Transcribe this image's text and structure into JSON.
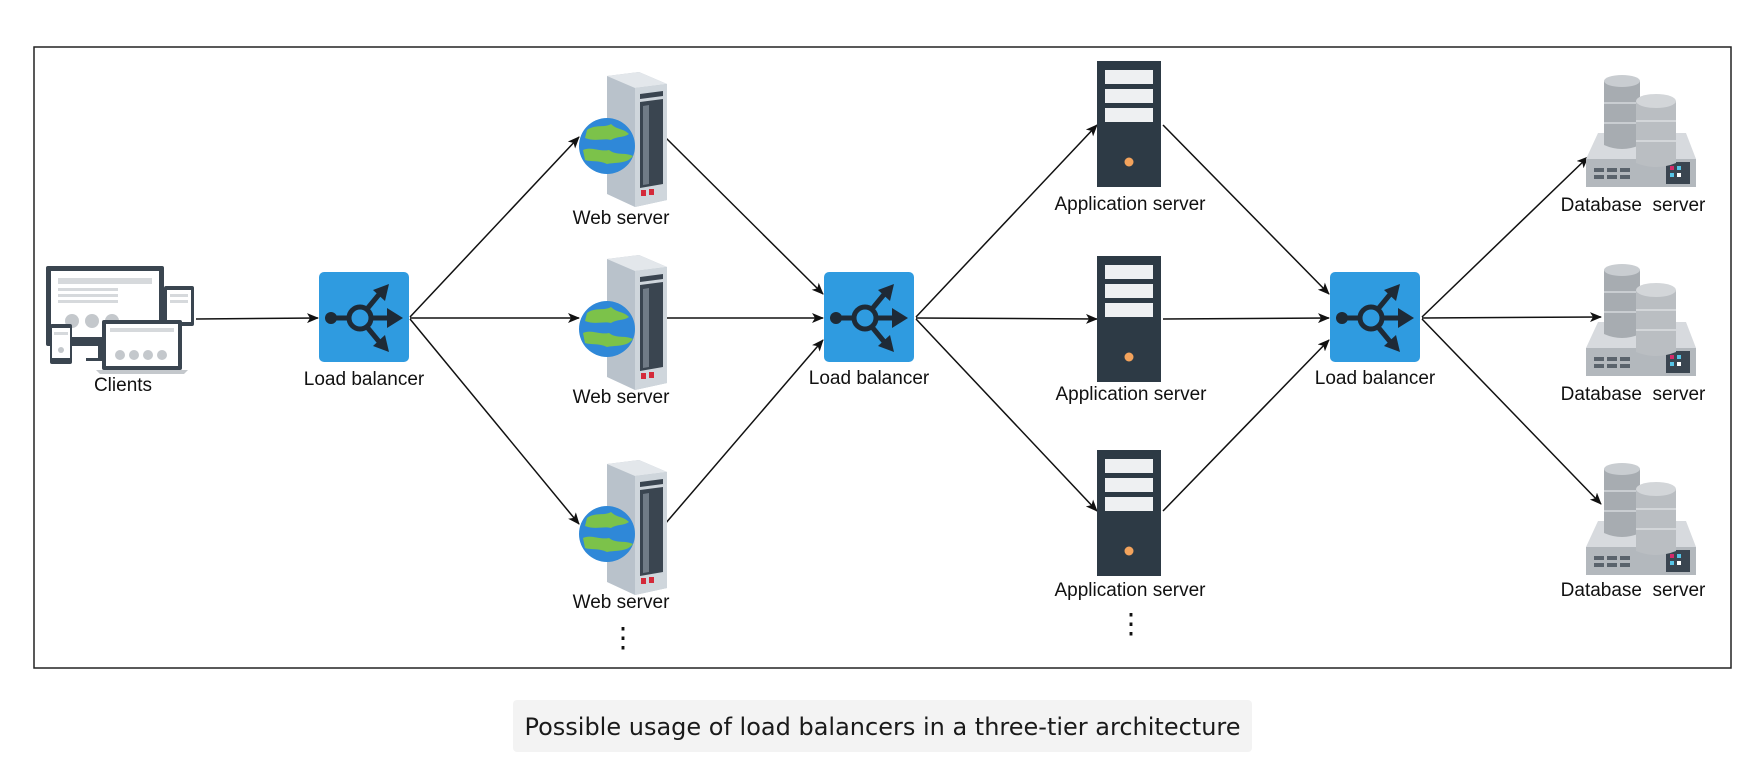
{
  "diagram": {
    "nodes": {
      "clients": {
        "label": "Clients"
      },
      "lb1": {
        "label": "Load balancer"
      },
      "lb2": {
        "label": "Load balancer"
      },
      "lb3": {
        "label": "Load balancer"
      },
      "web": [
        {
          "label": "Web server"
        },
        {
          "label": "Web server"
        },
        {
          "label": "Web server"
        }
      ],
      "app": [
        {
          "label": "Application server"
        },
        {
          "label": "Application server"
        },
        {
          "label": "Application server"
        }
      ],
      "db": [
        {
          "label": "Database  server"
        },
        {
          "label": "Database  server"
        },
        {
          "label": "Database  server"
        }
      ]
    },
    "ellipsis": "⋮",
    "edges": [
      {
        "from": "clients",
        "to": "lb1"
      },
      {
        "from": "lb1",
        "to": "web1"
      },
      {
        "from": "lb1",
        "to": "web2"
      },
      {
        "from": "lb1",
        "to": "web3"
      },
      {
        "from": "web1",
        "to": "lb2"
      },
      {
        "from": "web2",
        "to": "lb2"
      },
      {
        "from": "web3",
        "to": "lb2"
      },
      {
        "from": "lb2",
        "to": "app1"
      },
      {
        "from": "lb2",
        "to": "app2"
      },
      {
        "from": "lb2",
        "to": "app3"
      },
      {
        "from": "app1",
        "to": "lb3"
      },
      {
        "from": "app2",
        "to": "lb3"
      },
      {
        "from": "app3",
        "to": "lb3"
      },
      {
        "from": "lb3",
        "to": "db1"
      },
      {
        "from": "lb3",
        "to": "db2"
      },
      {
        "from": "lb3",
        "to": "db3"
      }
    ],
    "icons": {
      "clients": "devices-icon",
      "load_balancer": "load-balancer-icon",
      "web_server": "web-server-icon",
      "app_server": "application-server-icon",
      "db_server": "database-server-icon"
    },
    "colors": {
      "load_balancer": "#2f9be0",
      "app_server": "#2d3a45",
      "border": "#222222"
    }
  },
  "caption": "Possible usage of load balancers in a three-tier architecture"
}
